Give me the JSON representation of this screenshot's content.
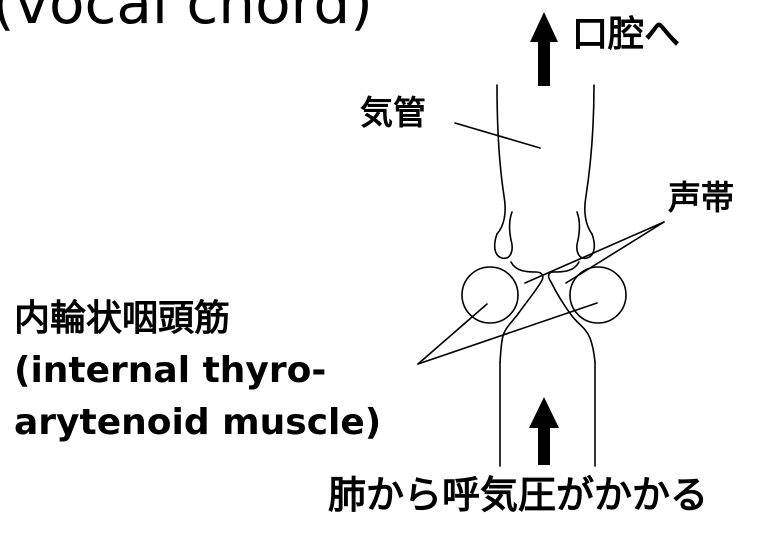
{
  "heading_fragment": "(vocal chord)",
  "labels": {
    "to_mouth": "口腔へ",
    "trachea": "気管",
    "vocal_folds": "声帯",
    "muscle_ja": "内輪状咽頭筋",
    "muscle_en_line1": "(internal thyro-",
    "muscle_en_line2": "arytenoid muscle)",
    "lung_pressure": "肺から呼気圧がかかる"
  },
  "colors": {
    "ink": "#000000",
    "background": "#ffffff"
  }
}
